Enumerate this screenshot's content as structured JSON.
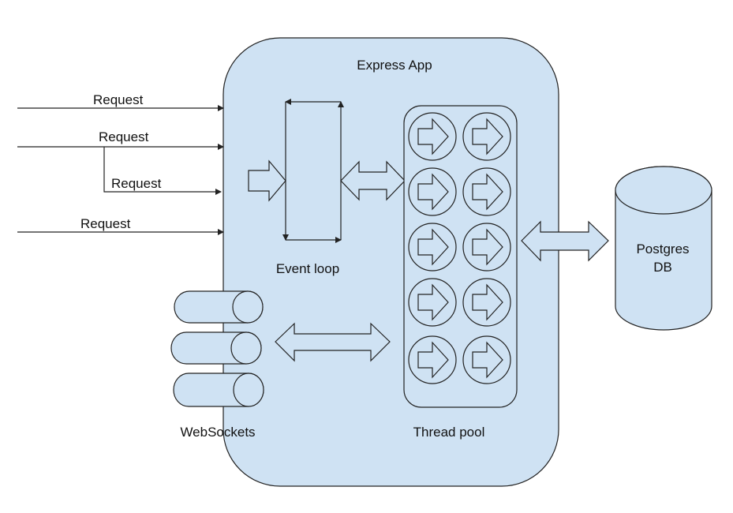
{
  "colors": {
    "fill": "#cfe2f3",
    "stroke": "#222222",
    "background": "#ffffff"
  },
  "app": {
    "title": "Express App"
  },
  "requests": [
    "Request",
    "Request",
    "Request",
    "Request"
  ],
  "event_loop": {
    "label": "Event loop"
  },
  "thread_pool": {
    "label": "Thread pool",
    "rows": 5,
    "cols": 2
  },
  "websockets": {
    "label": "WebSockets"
  },
  "database": {
    "line1": "Postgres",
    "line2": "DB"
  }
}
